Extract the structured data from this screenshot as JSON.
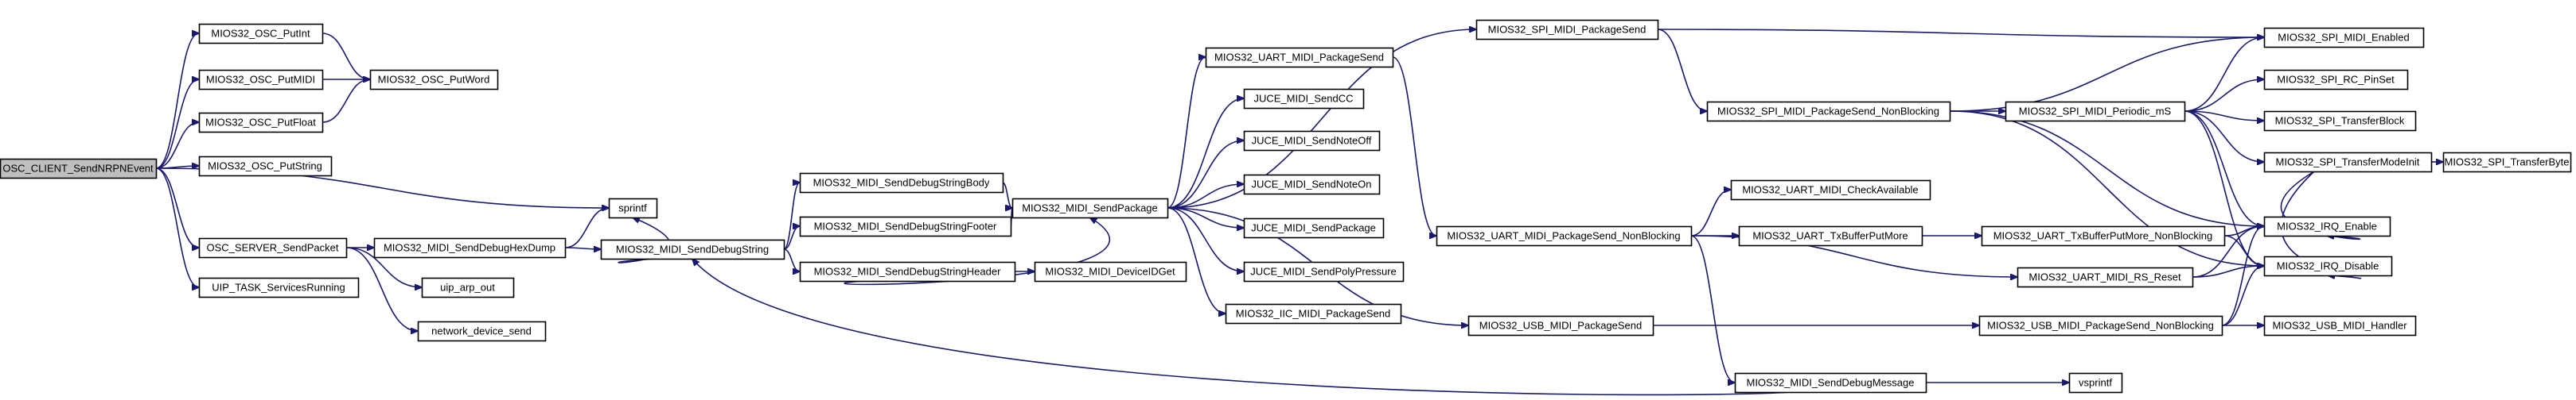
{
  "graph": {
    "colors": {
      "edge": "#191970",
      "root_fill": "#bfbfbf",
      "node_fill": "#ffffff",
      "node_border": "#000000"
    },
    "root": "OSC_CLIENT_SendNRPNEvent",
    "nodes": [
      {
        "id": "OSC_CLIENT_SendNRPNEvent",
        "label": "OSC_CLIENT_SendNRPNEvent"
      },
      {
        "id": "MIOS32_OSC_PutInt",
        "label": "MIOS32_OSC_PutInt"
      },
      {
        "id": "MIOS32_OSC_PutMIDI",
        "label": "MIOS32_OSC_PutMIDI"
      },
      {
        "id": "MIOS32_OSC_PutFloat",
        "label": "MIOS32_OSC_PutFloat"
      },
      {
        "id": "MIOS32_OSC_PutString",
        "label": "MIOS32_OSC_PutString"
      },
      {
        "id": "MIOS32_OSC_PutWord",
        "label": "MIOS32_OSC_PutWord"
      },
      {
        "id": "sprintf",
        "label": "sprintf"
      },
      {
        "id": "OSC_SERVER_SendPacket",
        "label": "OSC_SERVER_SendPacket"
      },
      {
        "id": "UIP_TASK_ServicesRunning",
        "label": "UIP_TASK_ServicesRunning"
      },
      {
        "id": "MIOS32_MIDI_SendDebugHexDump",
        "label": "MIOS32_MIDI_SendDebugHexDump"
      },
      {
        "id": "uip_arp_out",
        "label": "uip_arp_out"
      },
      {
        "id": "network_device_send",
        "label": "network_device_send"
      },
      {
        "id": "MIOS32_MIDI_SendDebugString",
        "label": "MIOS32_MIDI_SendDebugString"
      },
      {
        "id": "MIOS32_MIDI_SendDebugStringBody",
        "label": "MIOS32_MIDI_SendDebugStringBody"
      },
      {
        "id": "MIOS32_MIDI_SendDebugStringFooter",
        "label": "MIOS32_MIDI_SendDebugStringFooter"
      },
      {
        "id": "MIOS32_MIDI_SendDebugStringHeader",
        "label": "MIOS32_MIDI_SendDebugStringHeader"
      },
      {
        "id": "MIOS32_MIDI_SendPackage",
        "label": "MIOS32_MIDI_SendPackage"
      },
      {
        "id": "MIOS32_MIDI_DeviceIDGet",
        "label": "MIOS32_MIDI_DeviceIDGet"
      },
      {
        "id": "MIOS32_UART_MIDI_PackageSend",
        "label": "MIOS32_UART_MIDI_PackageSend"
      },
      {
        "id": "JUCE_MIDI_SendCC",
        "label": "JUCE_MIDI_SendCC"
      },
      {
        "id": "JUCE_MIDI_SendNoteOff",
        "label": "JUCE_MIDI_SendNoteOff"
      },
      {
        "id": "JUCE_MIDI_SendNoteOn",
        "label": "JUCE_MIDI_SendNoteOn"
      },
      {
        "id": "JUCE_MIDI_SendPackage",
        "label": "JUCE_MIDI_SendPackage"
      },
      {
        "id": "JUCE_MIDI_SendPolyPressure",
        "label": "JUCE_MIDI_SendPolyPressure"
      },
      {
        "id": "MIOS32_IIC_MIDI_PackageSend",
        "label": "MIOS32_IIC_MIDI_PackageSend"
      },
      {
        "id": "MIOS32_SPI_MIDI_PackageSend",
        "label": "MIOS32_SPI_MIDI_PackageSend"
      },
      {
        "id": "MIOS32_UART_MIDI_PackageSend_NonBlocking",
        "label": "MIOS32_UART_MIDI_PackageSend_NonBlocking"
      },
      {
        "id": "MIOS32_USB_MIDI_PackageSend",
        "label": "MIOS32_USB_MIDI_PackageSend"
      },
      {
        "id": "MIOS32_SPI_MIDI_PackageSend_NonBlocking",
        "label": "MIOS32_SPI_MIDI_PackageSend_NonBlocking"
      },
      {
        "id": "MIOS32_UART_MIDI_CheckAvailable",
        "label": "MIOS32_UART_MIDI_CheckAvailable"
      },
      {
        "id": "MIOS32_UART_TxBufferPutMore",
        "label": "MIOS32_UART_TxBufferPutMore"
      },
      {
        "id": "MIOS32_MIDI_SendDebugMessage",
        "label": "MIOS32_MIDI_SendDebugMessage"
      },
      {
        "id": "MIOS32_SPI_MIDI_Periodic_mS",
        "label": "MIOS32_SPI_MIDI_Periodic_mS"
      },
      {
        "id": "MIOS32_UART_TxBufferPutMore_NonBlocking",
        "label": "MIOS32_UART_TxBufferPutMore_NonBlocking"
      },
      {
        "id": "MIOS32_UART_MIDI_RS_Reset",
        "label": "MIOS32_UART_MIDI_RS_Reset"
      },
      {
        "id": "MIOS32_USB_MIDI_PackageSend_NonBlocking",
        "label": "MIOS32_USB_MIDI_PackageSend_NonBlocking"
      },
      {
        "id": "vsprintf",
        "label": "vsprintf"
      },
      {
        "id": "MIOS32_SPI_MIDI_Enabled",
        "label": "MIOS32_SPI_MIDI_Enabled"
      },
      {
        "id": "MIOS32_SPI_RC_PinSet",
        "label": "MIOS32_SPI_RC_PinSet"
      },
      {
        "id": "MIOS32_SPI_TransferBlock",
        "label": "MIOS32_SPI_TransferBlock"
      },
      {
        "id": "MIOS32_SPI_TransferModeInit",
        "label": "MIOS32_SPI_TransferModeInit"
      },
      {
        "id": "MIOS32_IRQ_Enable",
        "label": "MIOS32_IRQ_Enable"
      },
      {
        "id": "MIOS32_IRQ_Disable",
        "label": "MIOS32_IRQ_Disable"
      },
      {
        "id": "MIOS32_USB_MIDI_Handler",
        "label": "MIOS32_USB_MIDI_Handler"
      },
      {
        "id": "MIOS32_SPI_TransferByte",
        "label": "MIOS32_SPI_TransferByte"
      }
    ],
    "edges": [
      [
        "OSC_CLIENT_SendNRPNEvent",
        "MIOS32_OSC_PutInt"
      ],
      [
        "OSC_CLIENT_SendNRPNEvent",
        "MIOS32_OSC_PutMIDI"
      ],
      [
        "OSC_CLIENT_SendNRPNEvent",
        "MIOS32_OSC_PutFloat"
      ],
      [
        "OSC_CLIENT_SendNRPNEvent",
        "MIOS32_OSC_PutString"
      ],
      [
        "OSC_CLIENT_SendNRPNEvent",
        "sprintf"
      ],
      [
        "OSC_CLIENT_SendNRPNEvent",
        "OSC_SERVER_SendPacket"
      ],
      [
        "OSC_CLIENT_SendNRPNEvent",
        "UIP_TASK_ServicesRunning"
      ],
      [
        "MIOS32_OSC_PutInt",
        "MIOS32_OSC_PutWord"
      ],
      [
        "MIOS32_OSC_PutMIDI",
        "MIOS32_OSC_PutWord"
      ],
      [
        "MIOS32_OSC_PutFloat",
        "MIOS32_OSC_PutWord"
      ],
      [
        "OSC_SERVER_SendPacket",
        "MIOS32_MIDI_SendDebugHexDump"
      ],
      [
        "OSC_SERVER_SendPacket",
        "uip_arp_out"
      ],
      [
        "OSC_SERVER_SendPacket",
        "network_device_send"
      ],
      [
        "MIOS32_MIDI_SendDebugHexDump",
        "sprintf"
      ],
      [
        "MIOS32_MIDI_SendDebugHexDump",
        "MIOS32_MIDI_SendDebugString"
      ],
      [
        "MIOS32_MIDI_SendDebugString",
        "sprintf"
      ],
      [
        "MIOS32_MIDI_SendDebugString",
        "MIOS32_MIDI_SendDebugStringBody"
      ],
      [
        "MIOS32_MIDI_SendDebugString",
        "MIOS32_MIDI_SendDebugStringFooter"
      ],
      [
        "MIOS32_MIDI_SendDebugString",
        "MIOS32_MIDI_SendDebugStringHeader"
      ],
      [
        "MIOS32_MIDI_SendDebugStringBody",
        "MIOS32_MIDI_SendPackage"
      ],
      [
        "MIOS32_MIDI_SendDebugStringFooter",
        "MIOS32_MIDI_SendPackage"
      ],
      [
        "MIOS32_MIDI_SendDebugStringHeader",
        "MIOS32_MIDI_SendPackage"
      ],
      [
        "MIOS32_MIDI_SendDebugStringHeader",
        "MIOS32_MIDI_DeviceIDGet"
      ],
      [
        "MIOS32_MIDI_SendPackage",
        "MIOS32_SPI_MIDI_PackageSend"
      ],
      [
        "MIOS32_MIDI_SendPackage",
        "MIOS32_UART_MIDI_PackageSend"
      ],
      [
        "MIOS32_MIDI_SendPackage",
        "JUCE_MIDI_SendCC"
      ],
      [
        "MIOS32_MIDI_SendPackage",
        "JUCE_MIDI_SendNoteOff"
      ],
      [
        "MIOS32_MIDI_SendPackage",
        "JUCE_MIDI_SendNoteOn"
      ],
      [
        "MIOS32_MIDI_SendPackage",
        "JUCE_MIDI_SendPackage"
      ],
      [
        "MIOS32_MIDI_SendPackage",
        "JUCE_MIDI_SendPolyPressure"
      ],
      [
        "MIOS32_MIDI_SendPackage",
        "MIOS32_IIC_MIDI_PackageSend"
      ],
      [
        "MIOS32_MIDI_SendPackage",
        "MIOS32_USB_MIDI_PackageSend"
      ],
      [
        "MIOS32_UART_MIDI_PackageSend",
        "MIOS32_UART_MIDI_PackageSend_NonBlocking"
      ],
      [
        "MIOS32_SPI_MIDI_PackageSend",
        "MIOS32_SPI_MIDI_Enabled"
      ],
      [
        "MIOS32_SPI_MIDI_PackageSend",
        "MIOS32_SPI_MIDI_PackageSend_NonBlocking"
      ],
      [
        "MIOS32_SPI_MIDI_PackageSend_NonBlocking",
        "MIOS32_SPI_MIDI_Enabled"
      ],
      [
        "MIOS32_SPI_MIDI_PackageSend_NonBlocking",
        "MIOS32_SPI_MIDI_Periodic_mS"
      ],
      [
        "MIOS32_SPI_MIDI_PackageSend_NonBlocking",
        "MIOS32_IRQ_Enable"
      ],
      [
        "MIOS32_SPI_MIDI_PackageSend_NonBlocking",
        "MIOS32_IRQ_Disable"
      ],
      [
        "MIOS32_SPI_MIDI_Periodic_mS",
        "MIOS32_SPI_MIDI_Enabled"
      ],
      [
        "MIOS32_SPI_MIDI_Periodic_mS",
        "MIOS32_SPI_RC_PinSet"
      ],
      [
        "MIOS32_SPI_MIDI_Periodic_mS",
        "MIOS32_SPI_TransferBlock"
      ],
      [
        "MIOS32_SPI_MIDI_Periodic_mS",
        "MIOS32_SPI_TransferModeInit"
      ],
      [
        "MIOS32_SPI_MIDI_Periodic_mS",
        "MIOS32_IRQ_Enable"
      ],
      [
        "MIOS32_SPI_MIDI_Periodic_mS",
        "MIOS32_IRQ_Disable"
      ],
      [
        "MIOS32_SPI_TransferModeInit",
        "MIOS32_SPI_TransferByte"
      ],
      [
        "MIOS32_SPI_TransferModeInit",
        "MIOS32_IRQ_Enable"
      ],
      [
        "MIOS32_SPI_TransferModeInit",
        "MIOS32_IRQ_Disable"
      ],
      [
        "MIOS32_UART_MIDI_PackageSend_NonBlocking",
        "MIOS32_UART_MIDI_CheckAvailable"
      ],
      [
        "MIOS32_UART_MIDI_PackageSend_NonBlocking",
        "MIOS32_UART_TxBufferPutMore"
      ],
      [
        "MIOS32_UART_MIDI_PackageSend_NonBlocking",
        "MIOS32_UART_MIDI_RS_Reset"
      ],
      [
        "MIOS32_UART_MIDI_PackageSend_NonBlocking",
        "MIOS32_MIDI_SendDebugMessage"
      ],
      [
        "MIOS32_UART_TxBufferPutMore",
        "MIOS32_UART_TxBufferPutMore_NonBlocking"
      ],
      [
        "MIOS32_UART_TxBufferPutMore_NonBlocking",
        "MIOS32_IRQ_Enable"
      ],
      [
        "MIOS32_UART_TxBufferPutMore_NonBlocking",
        "MIOS32_IRQ_Disable"
      ],
      [
        "MIOS32_UART_MIDI_RS_Reset",
        "MIOS32_IRQ_Enable"
      ],
      [
        "MIOS32_UART_MIDI_RS_Reset",
        "MIOS32_IRQ_Disable"
      ],
      [
        "MIOS32_USB_MIDI_PackageSend",
        "MIOS32_USB_MIDI_PackageSend_NonBlocking"
      ],
      [
        "MIOS32_USB_MIDI_PackageSend_NonBlocking",
        "MIOS32_IRQ_Enable"
      ],
      [
        "MIOS32_USB_MIDI_PackageSend_NonBlocking",
        "MIOS32_IRQ_Disable"
      ],
      [
        "MIOS32_USB_MIDI_PackageSend_NonBlocking",
        "MIOS32_USB_MIDI_Handler"
      ],
      [
        "MIOS32_MIDI_SendDebugMessage",
        "vsprintf"
      ],
      [
        "MIOS32_MIDI_SendDebugMessage",
        "MIOS32_MIDI_SendDebugString"
      ]
    ]
  }
}
